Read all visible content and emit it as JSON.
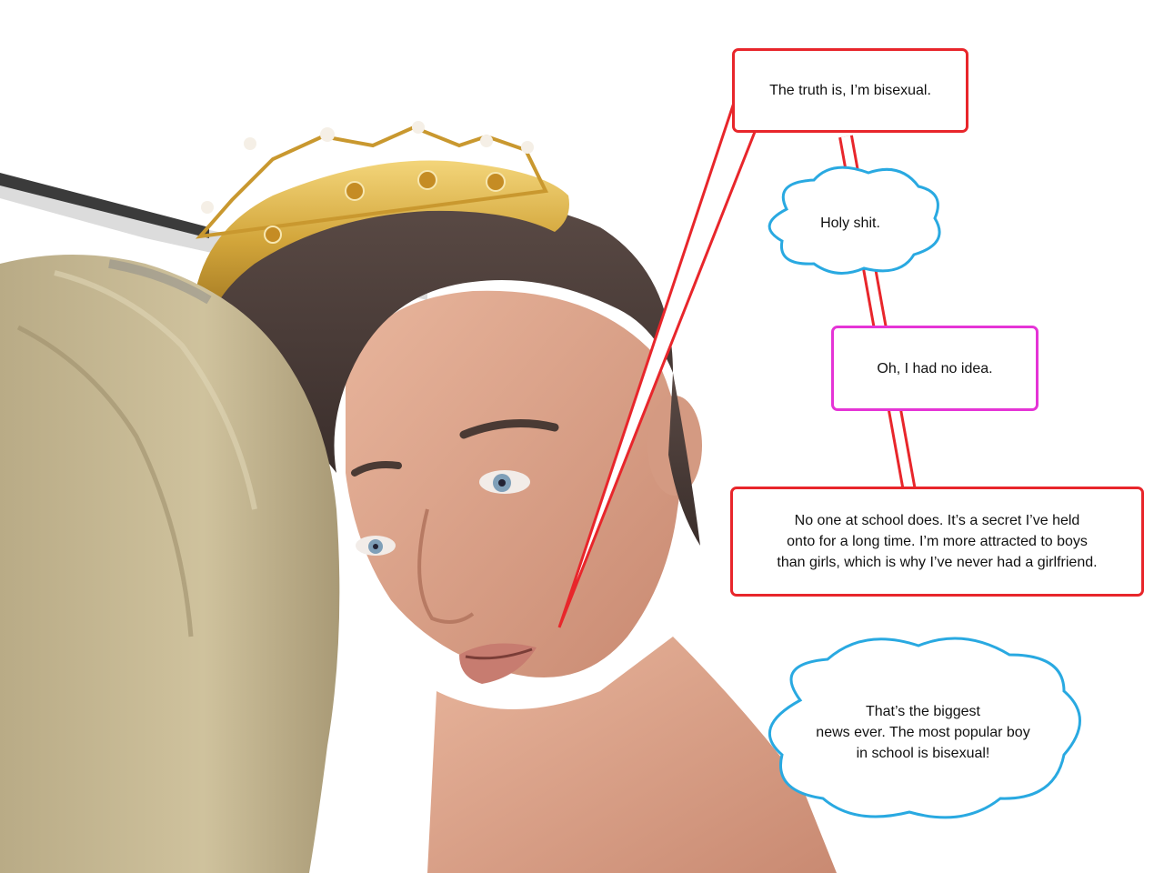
{
  "dialogue": {
    "speech1": "The truth is, I’m bisexual.",
    "thought1": "Holy shit.",
    "speech2": "Oh, I had no idea.",
    "speech3_lines": [
      "No one at school does. It’s a secret I’ve held",
      "onto for a long time. I’m more attracted to boys",
      "than girls, which is why I’ve never had a girlfriend."
    ],
    "thought2_lines": [
      "That’s the biggest",
      "news ever. The most popular boy",
      "in school is bisexual!"
    ]
  },
  "colors": {
    "speech_border_male": "#e8262b",
    "speech_border_female": "#e534d6",
    "thought_border": "#29a9e1",
    "background": "#ffffff"
  }
}
